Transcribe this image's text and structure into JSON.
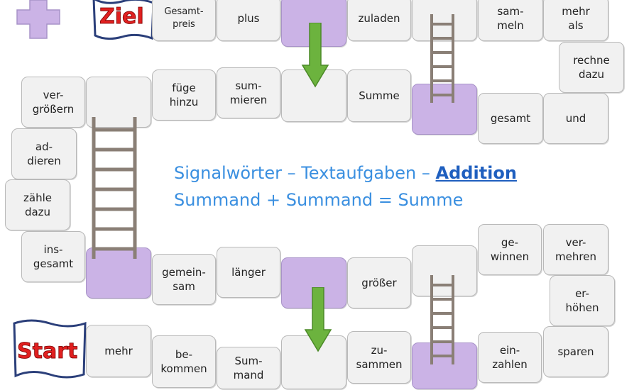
{
  "colors": {
    "tile": "#f1f1f1",
    "tile_special": "#cbb3e6",
    "title": "#3a8fe0",
    "arrow": "#6cb33e",
    "flag_text": "#e02020",
    "ladder": "#8a7f76"
  },
  "icons": {
    "plus": "plus-icon",
    "arrows": "down-arrow-icon",
    "ladders": "ladder-icon"
  },
  "flags": {
    "goal": "Ziel",
    "start": "Start"
  },
  "title": {
    "prefix": "Signalwörter – Textaufgaben – ",
    "highlight": "Addition"
  },
  "subtitle": "Summand + Summand = Summe",
  "tiles": [
    "Gesamt-\npreis",
    "plus",
    "",
    "zuladen",
    "",
    "sam-\nmeln",
    "mehr\nals",
    "rechne\ndazu",
    "ver-\ngrößern",
    "",
    "füge\nhinzu",
    "sum-\nmieren",
    "",
    "Summe",
    "",
    "gesamt",
    "und",
    "ad-\ndieren",
    "zähle\ndazu",
    "ins-\ngesamt",
    "",
    "gemein-\nsam",
    "länger",
    "",
    "größer",
    "",
    "ge-\nwinnen",
    "ver-\nmehren",
    "er-\nhöhen",
    "mehr",
    "be-\nkommen",
    "Sum-\nmand",
    "",
    "zu-\nsammen",
    "",
    "ein-\nzahlen",
    "sparen"
  ]
}
